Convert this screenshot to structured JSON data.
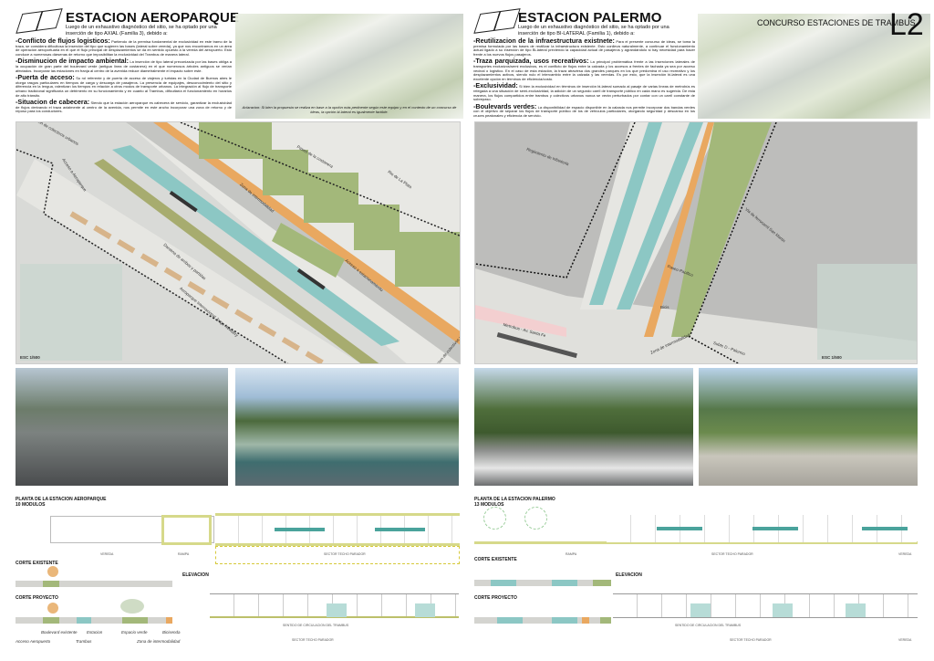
{
  "header": {
    "competition": "CONCURSO ESTACIONES DE TRAMBUS",
    "sheet": "L2"
  },
  "left": {
    "title": "ESTACION AEROPARQUE",
    "intro": "Luego de un exhaustivo diagnóstico  del sitio, se ha optado por una inserción de tipo AXIAL (Familia 3), debido a:",
    "points": [
      {
        "head": "-Conflicto de flujos logisticos:",
        "body": "Partiendo de la premisa fundamental de exclusividad en este tramo de la traza, se considera dificultosa la inserción del tipo que sugieren las bases (lateral sobre vereda), ya que nos encontramos en un área de operación aeroportuaria en el que el flujo principal de desplazamientos se da en sentido opuesto a la vereda del aeropuerto. Esto conduce a numerosas dársenas de retorno que imposibilitan la exclusividad del Trambus de manera lateral."
      },
      {
        "head": "-Disminucion de impacto ambiental:",
        "body": "La inserción de tipo lateral preconizada por las bases obliga a la ocupación de gran parte del boulevard verde (antigua línea de costanera) en el que numerosos árboles antiguos se verían afectados. Incorporar las estaciones en franja al centro de la avenida reduce diametralmente el impacto sobre este."
      },
      {
        "head": "-Puerta de acceso:",
        "body": "Su rol referente y de puerta de acceso de viajeros y turistas en la Ciudad de Buenos aires le otorga rasgos particulares en tiempos de carga y descarga de pasajeros. La presencia de equipajes, desconocimiento del sitio y diferencia en la lengua, ralentizan los tiempos en relación a otros modos de transporte urbanos. La integración al flujo de transporte urbano tradicional significaría un detrimento en su funcionamiento y en cuanto al Trambus, dificultaría el funcionamiento en horarios de alto tránsito."
      },
      {
        "head": "-Situacion de cabecera:",
        "body": "Siendo que la estación aeroparque es cabecera de servicio, garantizar la exclusividad de flujos derivando el traza axialmente al centro de la avenida, nos permite en este ancho incorporar una zona de retorno y de reposo para los conductores."
      }
    ],
    "aclaracion": "Aclaracion: Si bien la propuesta se realiza en base a la opción más pertinente según este equipo y en el contexto de un concurso de ideas, la opción bi-lateral es igualmente factible.",
    "plan_labels": [
      "Estacion de colectivos urbanos",
      "Acceso a Aeroparque",
      "Paseo de la costanera",
      "Rio de La Plata",
      "Zona de intermodalidad",
      "Darsena de arribos y partidas",
      "Acceso a estacionamiento",
      "Aeroparque Internacional Jorge Newbery",
      "Estacion de colectivos urbanos"
    ],
    "scale": "ESC 1/500",
    "drawings": {
      "plan_title": "PLANTA DE LA ESTACION AEROPARQUE",
      "modules": "10 MODULOS",
      "vereda": "VEREDA",
      "rampa": "RAMPA",
      "sector": "SECTOR TECHO PARADOR",
      "corte_existente": "CORTE EXISTENTE",
      "corte_proyecto": "CORTE PROYECTO",
      "elevacion": "ELEVACION",
      "circulacion": "SENTIDO DE CIRCULACION DEL TRAMBUS",
      "sector2": "SECTOR TECHO PARADOR",
      "section_labels": [
        "Boulevard existente",
        "Estacion",
        "Espacio verde",
        "Bicisenda",
        "Acceso Aeropuerto",
        "Trambus",
        "Zona de intermodalidad"
      ]
    }
  },
  "right": {
    "title": "ESTACION PALERMO",
    "intro": "Luego de un exhaustivo diagnóstico  del sitio, se ha optado por una inserción de tipo BI-LATERAL (Familia 1), debido a:",
    "points": [
      {
        "head": "-Reutilizacion de la infraestructura existnete:",
        "body": "Para el presente concurso de ideas, se toma la premisa formulada por las bases de reutilizar la infraestructura existente. Esto conlleva naturalmente, a continuar el funcionamiento actual ligado a su inserción de tipo Bi-lateral previendo la capacidad actual de pasajeros y agrandándolo si hay necesidad para hacer frente a los nuevos flujos pasajeros."
      },
      {
        "head": "-Traza parquizada, usos recreativos:",
        "body": "La principal problemática frente a las inserciones laterales de transportes exclusivos/semi exclusivos, es el conflicto de flujos entre la calzada y los accesos a frentes de fachada ya sea por acceso vecinal o logístico. En el caso de esta estación, la traza atraviesa dos grandes parques en los que predomina el uso recreativo y los desplazamientos activos, siendo nulo el intercambio entre la calzada y las veredas. Es por esto, que la inserción bi-lateral es una excelente opción en términos de eficiencia/costo."
      },
      {
        "head": "-Exclusividad:",
        "body": "Si bien la exclusividad en términos de inserción bi-lateral sumado al pasaje de varias líneas de metrobús es relegada a una situación de semi-exclusividad, la adición de un segundo carril de transporte público en cada mano es sugerida. De esta manera, los flujos compartidos entre trambus y colectivos urbanos nunca se verán perturbados por contar con un carril constante de sobrepaso."
      },
      {
        "head": "-Boulevards verdes:",
        "body": "La disponibilidad de espacio disponible en la calzada nos permite incorporar dos bandas verdes con el objetivo de separar los flujos de transporte público de los de vehículos particulares, otorgando seguridad y descanso en los cruces peatonales y eficiencia de servicio."
      }
    ],
    "plan_labels": [
      "Regimiento de Infanteria",
      "Paseo Pacifico",
      "Via de ferrocarril San Martin",
      "Metrobus - Av. Santa Fe",
      "Zona de intermodalidad",
      "Subte D - Palermo",
      "Bicis"
    ],
    "scale": "ESC 1/500",
    "drawings": {
      "plan_title": "PLANTA DE LA ESTACION PALERMO",
      "modules": "13 MODULOS",
      "rampa": "RAMPA",
      "sector": "SECTOR TECHO PARADOR",
      "vereda": "VEREDA",
      "corte_existente": "CORTE EXISTENTE",
      "corte_proyecto": "CORTE PROYECTO",
      "elevacion": "ELEVACION",
      "circulacion": "SENTIDO DE CIRCULACION DEL TRAMBUS",
      "sector2": "SECTOR TECHO PARADOR",
      "vereda2": "VEREDA"
    }
  },
  "colors": {
    "green": "#8fa86a",
    "teal": "#8cc7c4",
    "orange": "#e9a860",
    "road": "#c9cac7",
    "lime": "#d6d98a"
  }
}
